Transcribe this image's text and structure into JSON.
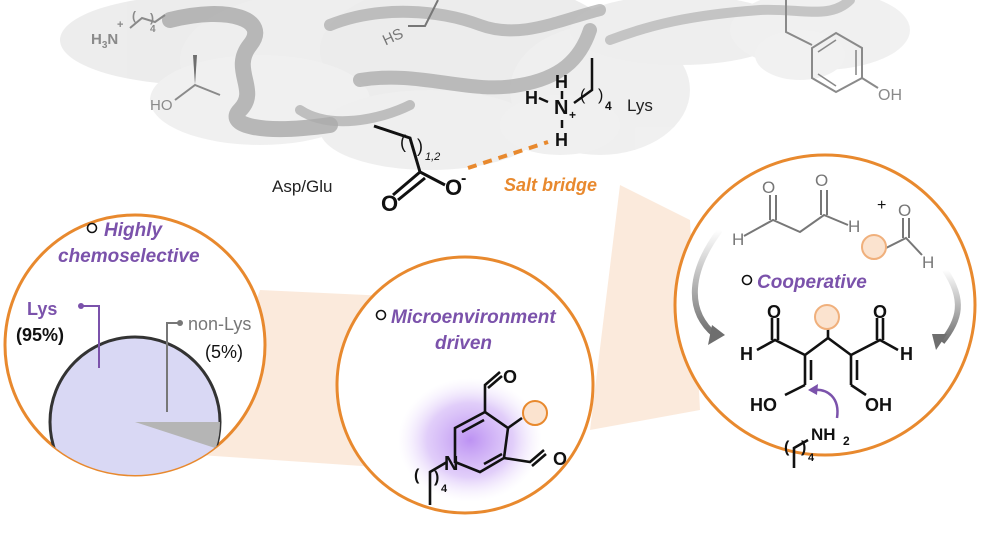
{
  "colors": {
    "accent_orange": "#e8892e",
    "accent_purple": "#7b52ab",
    "pie_lys": "#d9d8f4",
    "pie_nonlys": "#b5b5b5",
    "protein_gray": "#8a8a8a",
    "beam": "#fbe8d8",
    "glow": "#b98cf2"
  },
  "protein": {
    "residue_lys_top": {
      "amine": "H3N",
      "charge": "+",
      "repeat": "4"
    },
    "residue_thr": {
      "group": "HO"
    },
    "residue_cys": {
      "group": "HS"
    },
    "residue_tyr": {
      "group": "OH"
    }
  },
  "salt_bridge": {
    "acid_label": "Asp/Glu",
    "acid_repeat": "1,2",
    "carboxylate_O": "O",
    "carboxylate_Ominus": "O",
    "minus": "-",
    "lys_label": "Lys",
    "lys_repeat": "4",
    "ammonium_N": "N",
    "plus": "+",
    "H": "H",
    "bridge_label": "Salt bridge"
  },
  "panel_selective": {
    "title_line1": "Highly",
    "title_line2": "chemoselective",
    "lys_label": "Lys",
    "lys_pct_text": "(95%)",
    "nonlys_label": "non-Lys",
    "nonlys_pct_text": "(5%)"
  },
  "chart_data": {
    "type": "pie",
    "title": "Highly chemoselective",
    "categories": [
      "Lys",
      "non-Lys"
    ],
    "values": [
      95,
      5
    ],
    "legend": "inline-callouts"
  },
  "panel_microenv": {
    "title_line1": "Microenvironment",
    "title_line2": "driven",
    "N": "N",
    "O": "O",
    "repeat": "4"
  },
  "panel_cooperative": {
    "title": "Cooperative",
    "plus": "+",
    "O": "O",
    "H": "H",
    "HO": "HO",
    "OH": "OH",
    "NH2": "NH",
    "NH2_sub": "2",
    "repeat": "4"
  }
}
